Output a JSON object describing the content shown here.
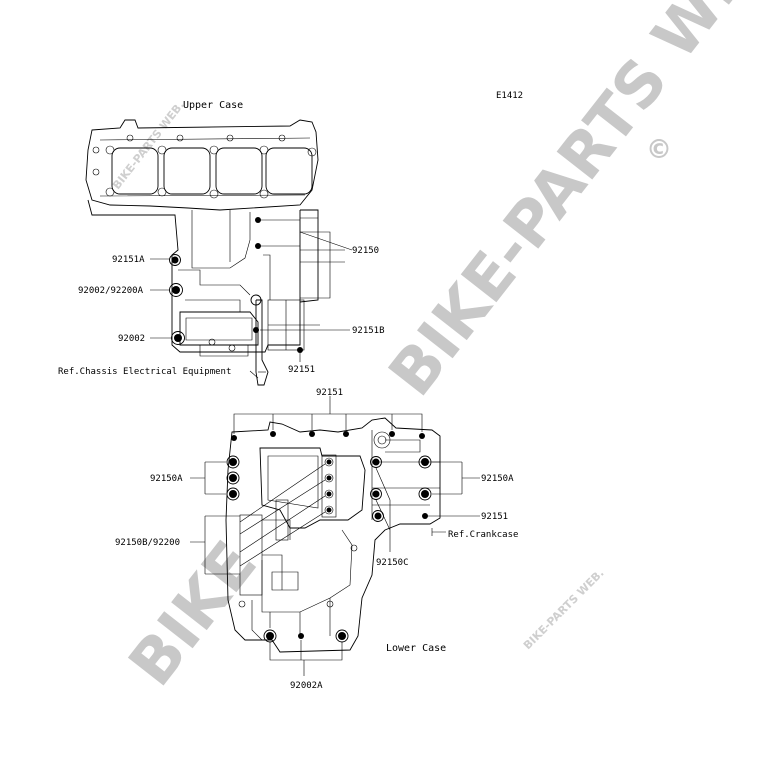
{
  "diagram_code": "E1412",
  "sections": {
    "upper": "Upper Case",
    "lower": "Lower Case"
  },
  "watermark": {
    "main": "BIKE-PARTS WEB",
    "copyright": "©",
    "small": "BIKE-PARTS WEB."
  },
  "callouts": {
    "upper_92150": "92150",
    "upper_92151A": "92151A",
    "upper_92002_92200A": "92002/92200A",
    "upper_92151B": "92151B",
    "upper_92002": "92002",
    "upper_92151": "92151",
    "ref_chassis": "Ref.Chassis Electrical Equipment",
    "lower_92151_top": "92151",
    "lower_92150A_left": "92150A",
    "lower_92150A_right": "92150A",
    "lower_92151_right": "92151",
    "ref_crankcase": "Ref.Crankcase",
    "lower_92150B_92200": "92150B/92200",
    "lower_92150C": "92150C",
    "lower_92002A": "92002A"
  },
  "colors": {
    "line": "#000000",
    "watermark": "#c8c8c8",
    "background": "#ffffff"
  }
}
